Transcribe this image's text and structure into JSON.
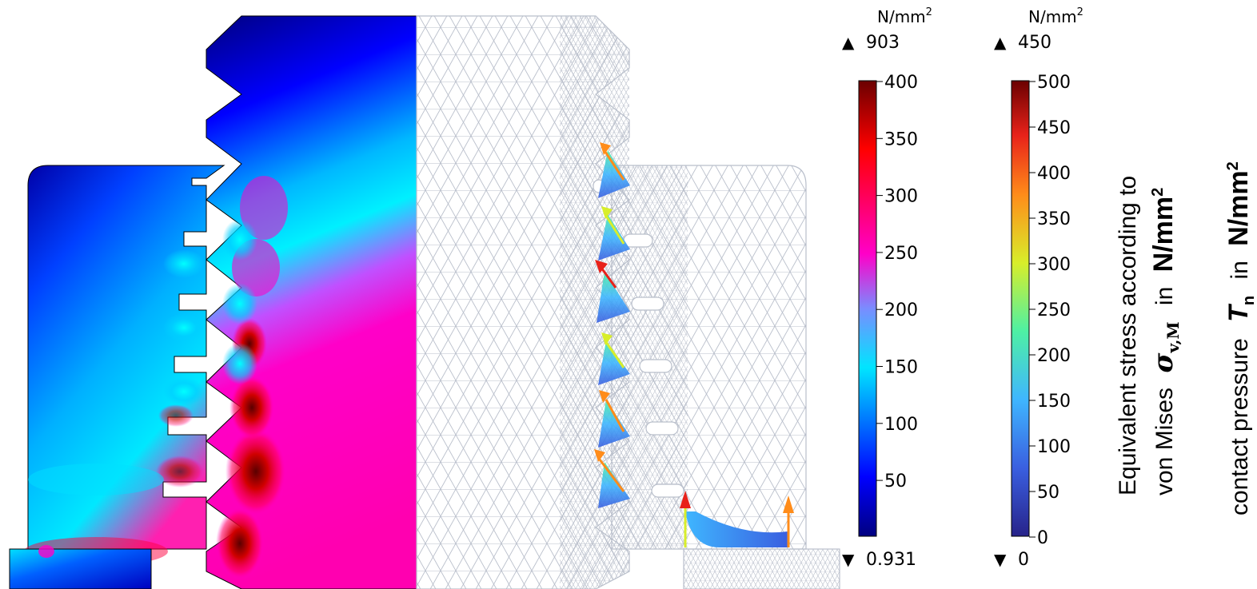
{
  "legend_stress": {
    "unit_base": "N/mm",
    "unit_exp": "2",
    "max_marker": "▲",
    "max_value": "903",
    "min_marker": "▼",
    "min_value": "0.931",
    "ticks": [
      "400",
      "350",
      "300",
      "250",
      "200",
      "150",
      "100",
      "50"
    ]
  },
  "legend_contact": {
    "unit_base": "N/mm",
    "unit_exp": "2",
    "max_marker": "▲",
    "max_value": "450",
    "min_marker": "▼",
    "min_value": "0",
    "ticks": [
      "500",
      "450",
      "400",
      "350",
      "300",
      "250",
      "200",
      "150",
      "100",
      "50",
      "0"
    ]
  },
  "title_stress": {
    "line1": "Equivalent stress according to",
    "line2_prefix": "von Mises",
    "symbol": "σ",
    "symbol_sub": "v,M",
    "in_word": "in",
    "unit": "N/mm",
    "unit_exp": "2"
  },
  "title_contact": {
    "prefix": "contact pressure",
    "symbol": "T",
    "symbol_sub": "n",
    "in_word": "in",
    "unit": "N/mm",
    "unit_exp": "2"
  },
  "colors": {
    "mesh": "#b9bfcb",
    "stress_scale": [
      "#000080",
      "#0000ff",
      "#00e5ff",
      "#ff00c8",
      "#ff0000",
      "#6b0000"
    ],
    "contact_scale": [
      "#27238a",
      "#3a5fe0",
      "#3fb6ff",
      "#4ef0a4",
      "#d8ee2a",
      "#ff8c1a",
      "#e8221a",
      "#6b0000"
    ]
  }
}
